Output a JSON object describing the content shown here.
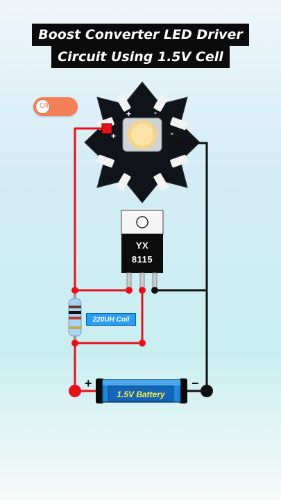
{
  "title": {
    "line1": "Boost Converter LED Driver",
    "line2": "Circuit Using 1.5V Cell"
  },
  "toggle": {
    "label": "Off",
    "state": "off",
    "color": "#f4805a"
  },
  "ic": {
    "line1": "YX",
    "line2": "8115"
  },
  "coil": {
    "label": "220UH Coil"
  },
  "battery": {
    "label": "1.5V Battery",
    "plus": "+",
    "minus": "−"
  },
  "led": {
    "plus_marks": [
      "+",
      "+"
    ],
    "minus_marks": [
      "-",
      "-"
    ]
  },
  "colors": {
    "wire_positive": "#e8101a",
    "wire_negative": "#111111",
    "battery_body": "#1e88d8",
    "battery_text": "#fff43a",
    "coil_label_bg": "#2a9df4"
  }
}
